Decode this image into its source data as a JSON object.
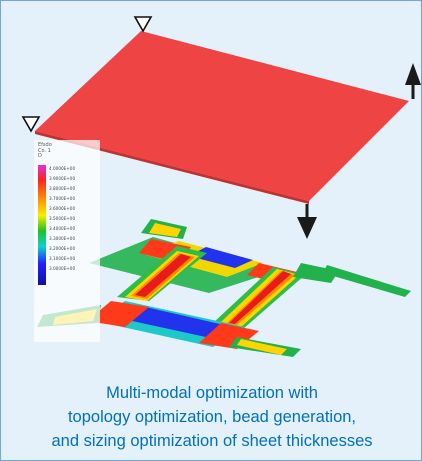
{
  "colors": {
    "background": "#e4f0fa",
    "border": "#6fa8d6",
    "plate": "#ef4444",
    "caption_text": "#0070c0",
    "arrow": "#1a1a1a"
  },
  "icons": {
    "support": "triangle-support-icon",
    "force": "down-arrow-icon"
  },
  "legend": {
    "title_lines": "Efsdo\nCo. 1\nD",
    "values": [
      "4.0000E+00",
      "3.9000E+00",
      "3.8000E+00",
      "3.7000E+00",
      "3.6000E+00",
      "3.5000E+00",
      "3.4000E+00",
      "3.3000E+00",
      "3.2000E+00",
      "3.1000E+00",
      "3.0000E+00"
    ]
  },
  "caption": {
    "line1": "Multi-modal optimization with",
    "line2": "topology optimization, bead generation,",
    "line3": "and sizing optimization of sheet thicknesses"
  }
}
